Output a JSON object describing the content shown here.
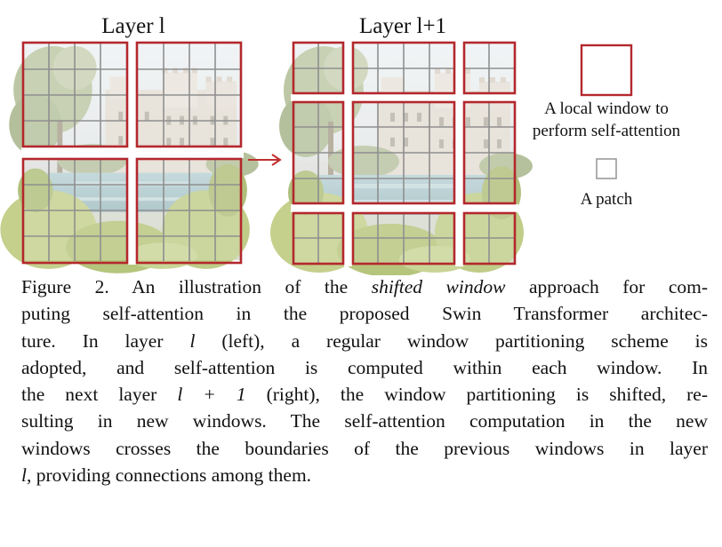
{
  "figure": {
    "layer_left_title": "Layer l",
    "layer_right_title": "Layer l+1",
    "legend_window_label_line1": "A local window to",
    "legend_window_label_line2": "perform self-attention",
    "legend_patch_label": "A patch",
    "window_color": "#b3282d",
    "patch_grid_color": "#9a9a9a"
  },
  "caption": {
    "line1_a": "Figure 2. An illustration of the ",
    "line1_em": "shifted window",
    "line1_b": " approach for com-",
    "line2": "puting self-attention in the proposed Swin Transformer architec-",
    "line3_a": "ture.  In layer ",
    "line3_var": "l",
    "line3_b": " (left), a regular window partitioning scheme is",
    "line4": "adopted, and self-attention is computed within each window.  In",
    "line5_a": "the next layer ",
    "line5_var": "l + 1",
    "line5_b": " (right), the window partitioning is shifted, re-",
    "line6": "sulting in new windows. The self-attention computation in the new",
    "line7": "windows crosses the boundaries of the previous windows in layer",
    "line8_var": "l",
    "line8_b": ", providing connections among them."
  }
}
